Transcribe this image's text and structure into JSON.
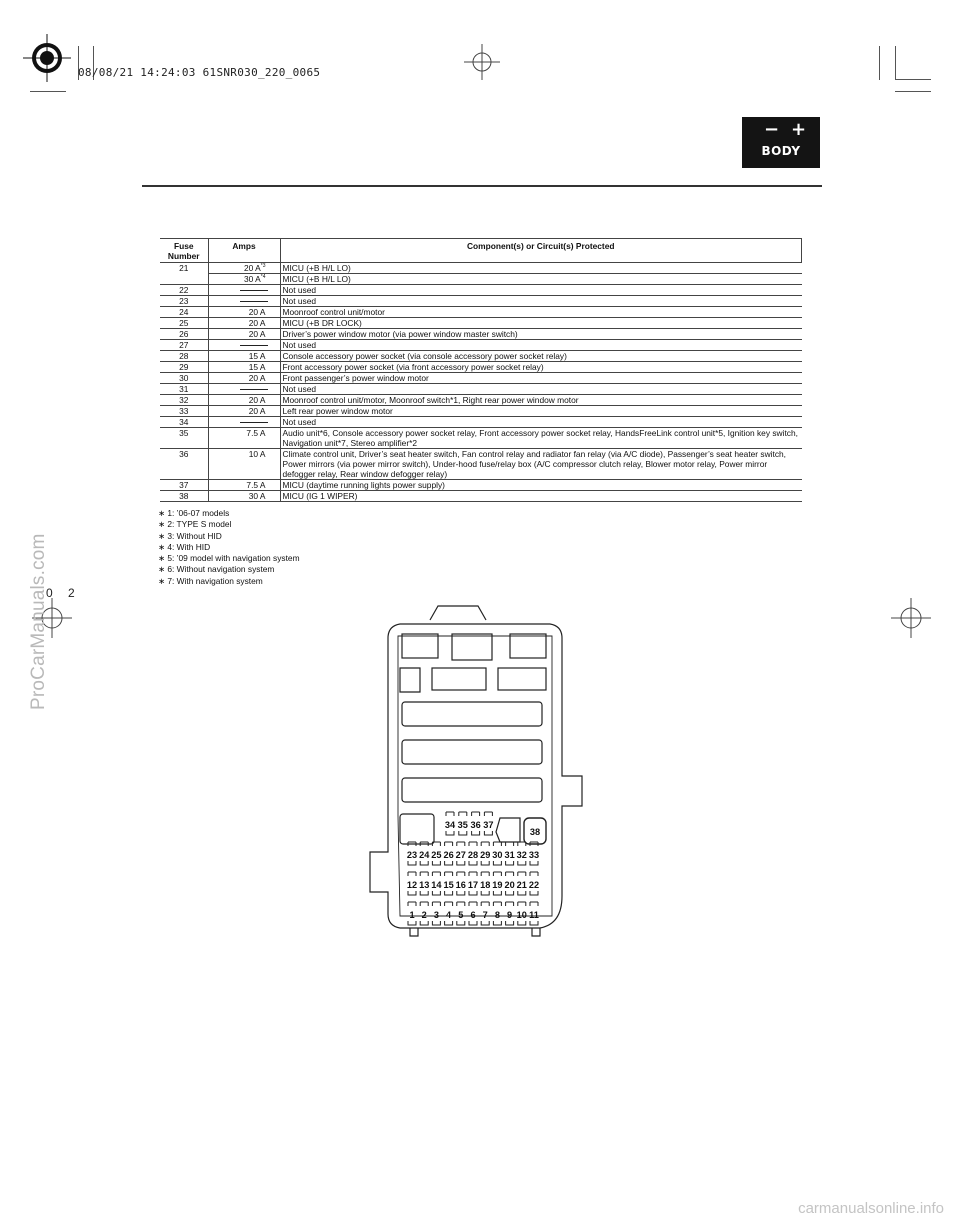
{
  "header": {
    "timestamp_stamp": "08/08/21 14:24:03 61SNR030_220_0065",
    "section_badge": {
      "minus": "−",
      "plus": "+",
      "label": "BODY"
    }
  },
  "table": {
    "headers": {
      "fuse": "Fuse Number",
      "amps": "Amps",
      "component": "Component(s) or Circuit(s) Protected"
    },
    "rows": [
      {
        "fuse": "21",
        "amps": "20 A",
        "amps_note": "*3",
        "component": "MICU (+B H/L LO)"
      },
      {
        "fuse": "",
        "amps": "30 A",
        "amps_note": "*4",
        "component": "MICU (+B H/L LO)"
      },
      {
        "fuse": "22",
        "amps": "",
        "component": "Not used"
      },
      {
        "fuse": "23",
        "amps": "",
        "component": "Not used"
      },
      {
        "fuse": "24",
        "amps": "20 A",
        "component": "Moonroof control unit/motor"
      },
      {
        "fuse": "25",
        "amps": "20 A",
        "component": "MICU (+B DR LOCK)"
      },
      {
        "fuse": "26",
        "amps": "20 A",
        "component": "Driver’s power window motor (via power window master switch)"
      },
      {
        "fuse": "27",
        "amps": "",
        "component": "Not used"
      },
      {
        "fuse": "28",
        "amps": "15 A",
        "component": "Console accessory power socket (via console accessory power socket relay)"
      },
      {
        "fuse": "29",
        "amps": "15 A",
        "component": "Front accessory power socket (via front accessory power socket relay)"
      },
      {
        "fuse": "30",
        "amps": "20 A",
        "component": "Front passenger’s power window motor"
      },
      {
        "fuse": "31",
        "amps": "",
        "component": "Not used"
      },
      {
        "fuse": "32",
        "amps": "20 A",
        "component": "Moonroof control unit/motor, Moonroof switch*1, Right rear power window motor"
      },
      {
        "fuse": "33",
        "amps": "20 A",
        "component": "Left rear power window motor"
      },
      {
        "fuse": "34",
        "amps": "",
        "component": "Not used"
      },
      {
        "fuse": "35",
        "amps": "7.5 A",
        "component": "Audio unit*6, Console accessory power socket relay, Front accessory power socket relay, HandsFreeLink control unit*5, Ignition key switch, Navigation unit*7, Stereo amplifier*2"
      },
      {
        "fuse": "36",
        "amps": "10 A",
        "component": "Climate control unit, Driver’s seat heater switch, Fan control relay and radiator fan relay (via A/C diode), Passenger’s seat heater switch, Power mirrors (via power mirror switch), Under-hood fuse/relay box (A/C compressor clutch relay, Blower motor relay, Power mirror defogger relay, Rear window defogger relay)"
      },
      {
        "fuse": "37",
        "amps": "7.5 A",
        "component": "MICU (daytime running lights power supply)"
      },
      {
        "fuse": "38",
        "amps": "30 A",
        "component": "MICU (IG 1 WIPER)"
      }
    ]
  },
  "notes": [
    "∗ 1: ’06-07 models",
    "∗ 2: TYPE S model",
    "∗ 3: Without HID",
    "∗ 4: With HID",
    "∗ 5: ’09 model with navigation system",
    "∗ 6: Without navigation system",
    "∗ 7: With navigation system"
  ],
  "side_watermark": "ProCarManuals.com",
  "page_number": "0 2",
  "footer_watermark": "carmanualsonline.info",
  "fusebox": {
    "row_top": [
      "34",
      "35",
      "36",
      "37"
    ],
    "relay_label": "38",
    "row_2": [
      "23",
      "24",
      "25",
      "26",
      "27",
      "28",
      "29",
      "30",
      "31",
      "32",
      "33"
    ],
    "row_3": [
      "12",
      "13",
      "14",
      "15",
      "16",
      "17",
      "18",
      "19",
      "20",
      "21",
      "22"
    ],
    "row_4": [
      "1",
      "2",
      "3",
      "4",
      "5",
      "6",
      "7",
      "8",
      "9",
      "10",
      "11"
    ]
  }
}
